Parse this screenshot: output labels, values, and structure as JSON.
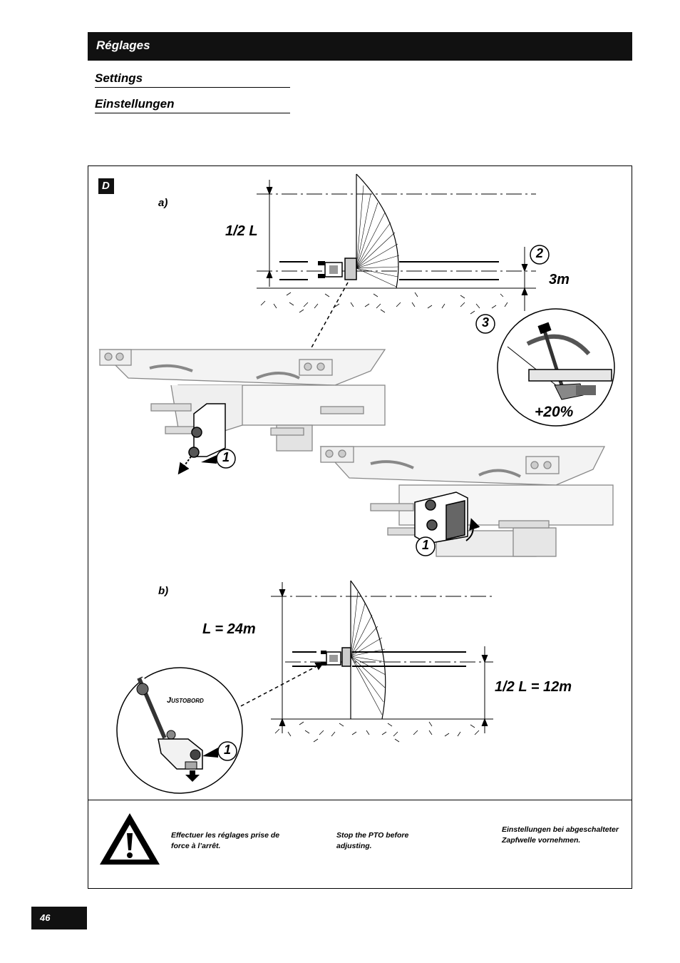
{
  "header": {
    "title": "Réglages"
  },
  "subheadings": {
    "settings": "Settings",
    "einstellungen": "Einstellungen"
  },
  "figure": {
    "panel_letter": "D",
    "part_a": "a)",
    "part_b": "b)",
    "half_l": "1/2 L",
    "three_m": "3m",
    "plus_20": "+20%",
    "l_24m": "L = 24m",
    "half_l_12m": "1/2 L = 12m",
    "justobord": "Justobord",
    "callout_1": "1",
    "callout_2": "2",
    "callout_3": "3"
  },
  "warning": {
    "fr": "Effectuer les réglages prise de force à l’arrêt.",
    "en": "Stop the PTO before adjusting.",
    "de": "Einstellungen bei abgeschalteter Zapfwelle vornehmen."
  },
  "page_number": "46",
  "icons": {
    "warning": "warning-triangle-icon"
  }
}
